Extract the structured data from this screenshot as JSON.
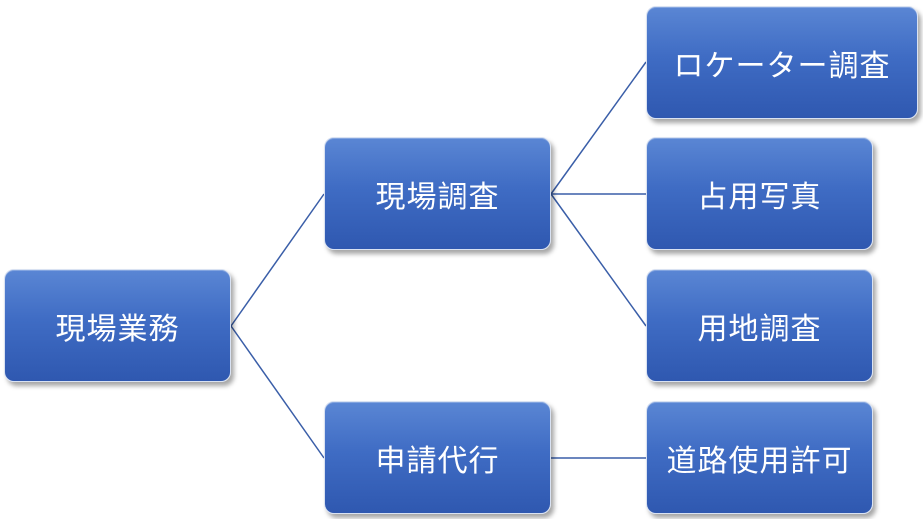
{
  "diagram": {
    "nodes": {
      "root": "現場業務",
      "survey": "現場調査",
      "apply": "申請代行",
      "locator": "ロケーター調査",
      "photo": "占用写真",
      "land": "用地調査",
      "road": "道路使用許可"
    },
    "edges": [
      [
        "root",
        "survey"
      ],
      [
        "root",
        "apply"
      ],
      [
        "survey",
        "locator"
      ],
      [
        "survey",
        "photo"
      ],
      [
        "survey",
        "land"
      ],
      [
        "apply",
        "road"
      ]
    ],
    "colors": {
      "node_fill": "#3f6cc4",
      "node_border": "#d9e2f2",
      "connector": "#3a5ea8",
      "text": "#ffffff"
    }
  }
}
